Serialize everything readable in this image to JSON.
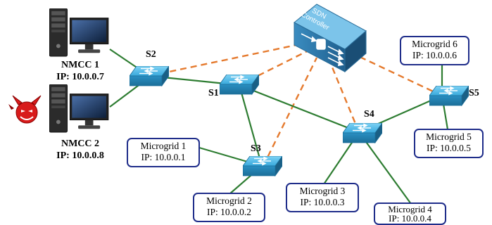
{
  "controller": {
    "label": "SDN\nController",
    "line1": "SDN",
    "line2": "Controller"
  },
  "nmcc": [
    {
      "name": "NMCC  1",
      "ip": "IP: 10.0.0.7",
      "attacker": false
    },
    {
      "name": "NMCC  2",
      "ip": "IP: 10.0.0.8",
      "attacker": true
    }
  ],
  "switches": [
    {
      "label": "S1"
    },
    {
      "label": "S2"
    },
    {
      "label": "S3"
    },
    {
      "label": "S4"
    },
    {
      "label": "S5"
    }
  ],
  "microgrids": [
    {
      "name": "Microgrid 1",
      "ip": "IP:  10.0.0.1"
    },
    {
      "name": "Microgrid 2",
      "ip": "IP:  10.0.0.2"
    },
    {
      "name": "Microgrid 3",
      "ip": "IP:  10.0.0.3"
    },
    {
      "name": "Microgrid 4",
      "ip": "IP:  10.0.0.4"
    },
    {
      "name": "Microgrid 5",
      "ip": "IP:  10.0.0.5"
    },
    {
      "name": "Microgrid 6",
      "ip": "IP:  10.0.0.6"
    }
  ],
  "colors": {
    "data_link": "#2e7d32",
    "control_link": "#e57a2e",
    "box_border": "#1f2d8a",
    "switch": "#2a9fd6"
  },
  "icons": {
    "switch": "network-switch-icon",
    "server": "server-computer-icon",
    "devil": "devil-face-icon",
    "controller": "sdn-controller-icon"
  }
}
